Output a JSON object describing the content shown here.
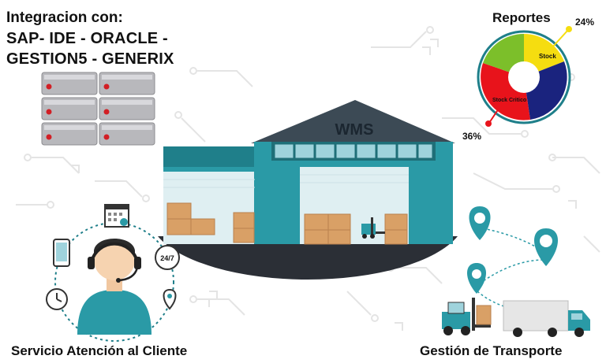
{
  "integration": {
    "line1": "Integracion con:",
    "line2": "SAP- IDE - ORACLE -",
    "line3": "GESTION5 - GENERIX"
  },
  "reports": {
    "title": "Reportes",
    "pct_top": "24%",
    "pct_bottom": "36%",
    "slice_label_stock": "Stock",
    "slice_label_critico": "Stock Critico"
  },
  "warehouse": {
    "sign": "WMS"
  },
  "service": {
    "label": "Servicio Atención al Cliente",
    "badge_247": "24/7"
  },
  "transport": {
    "label": "Gestión de Transporte"
  },
  "colors": {
    "teal": "#2a9aa6",
    "teal_dark": "#1f7f8a",
    "roof": "#3c4a55",
    "pie_green": "#7cbf2a",
    "pie_yellow": "#f5dd10",
    "pie_navy": "#1a237e",
    "pie_red": "#e8131b"
  }
}
